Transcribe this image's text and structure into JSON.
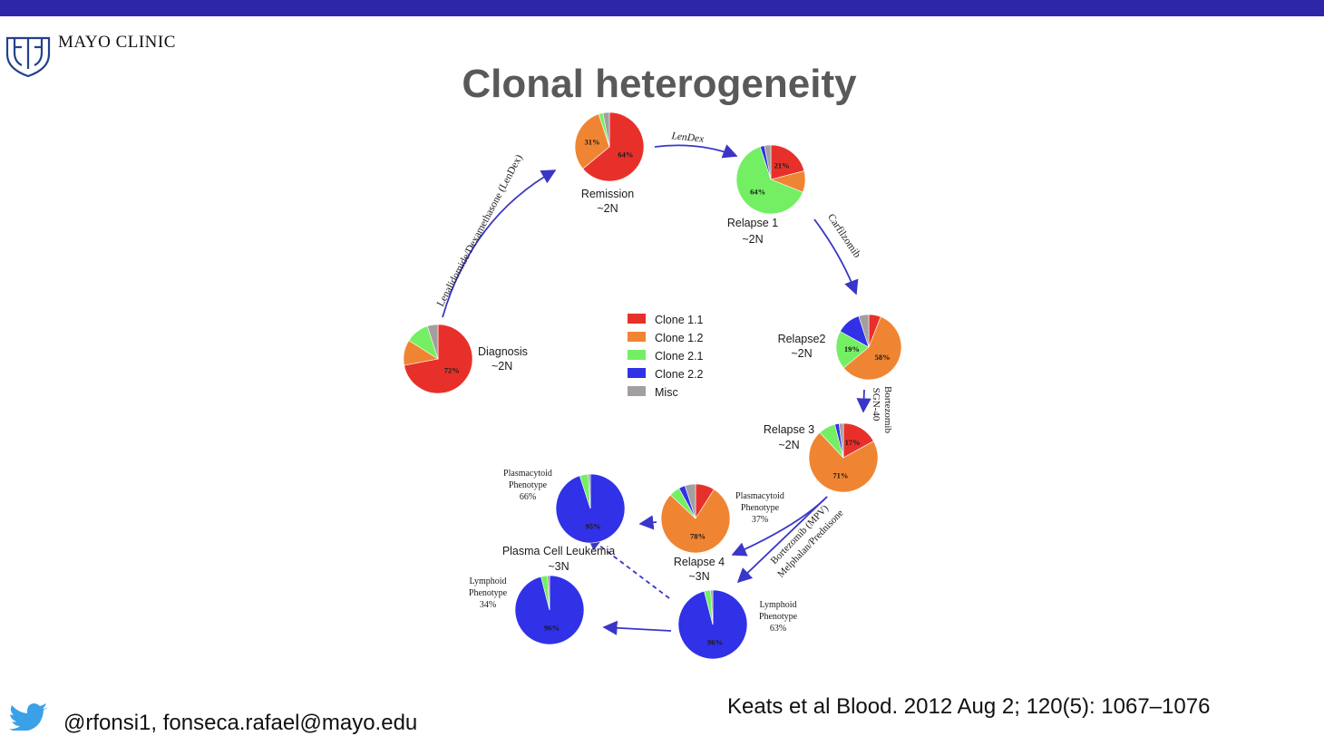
{
  "header": {
    "logo_text": "MAYO CLINIC",
    "title": "Clonal heterogeneity",
    "bar_color": "#2d26a8"
  },
  "footer": {
    "contact": "@rfonsi1, fonseca.rafael@mayo.edu",
    "citation": "Keats et al Blood. 2012 Aug 2; 120(5): 1067–1076",
    "icon": "twitter-bird-icon"
  },
  "chart_data": {
    "type": "pie",
    "clone_colors": {
      "Clone 1.1": "#e8302a",
      "Clone 1.2": "#ef8533",
      "Clone 2.1": "#74ef63",
      "Clone 2.2": "#3131e8",
      "Misc": "#a39ea0"
    },
    "legend": [
      "Clone 1.1",
      "Clone 1.2",
      "Clone 2.1",
      "Clone 2.2",
      "Misc"
    ],
    "legend_placement": "center",
    "pies": [
      {
        "id": "diagnosis",
        "label": [
          "Diagnosis",
          "~2N"
        ],
        "slices": [
          {
            "clone": "Clone 1.1",
            "value": 72,
            "label": "72%"
          },
          {
            "clone": "Clone 1.2",
            "value": 12
          },
          {
            "clone": "Clone 2.1",
            "value": 11
          },
          {
            "clone": "Misc",
            "value": 5
          }
        ]
      },
      {
        "id": "remission",
        "label": [
          "Remission",
          "~2N"
        ],
        "slices": [
          {
            "clone": "Clone 1.1",
            "value": 64,
            "label": "64%"
          },
          {
            "clone": "Clone 1.2",
            "value": 31,
            "label": "31%"
          },
          {
            "clone": "Clone 2.1",
            "value": 2
          },
          {
            "clone": "Misc",
            "value": 3
          }
        ]
      },
      {
        "id": "relapse1",
        "label": [
          "Relapse 1",
          "~2N"
        ],
        "slices": [
          {
            "clone": "Clone 1.1",
            "value": 21,
            "label": "21%"
          },
          {
            "clone": "Clone 1.2",
            "value": 10
          },
          {
            "clone": "Clone 2.1",
            "value": 64,
            "label": "64%"
          },
          {
            "clone": "Clone 2.2",
            "value": 2
          },
          {
            "clone": "Misc",
            "value": 3
          }
        ]
      },
      {
        "id": "relapse2",
        "label": [
          "Relapse2",
          "~2N"
        ],
        "slices": [
          {
            "clone": "Clone 1.1",
            "value": 6
          },
          {
            "clone": "Clone 1.2",
            "value": 58,
            "label": "58%"
          },
          {
            "clone": "Clone 2.1",
            "value": 19,
            "label": "19%"
          },
          {
            "clone": "Clone 2.2",
            "value": 12
          },
          {
            "clone": "Misc",
            "value": 5
          }
        ]
      },
      {
        "id": "relapse3",
        "label": [
          "Relapse 3",
          "~2N"
        ],
        "slices": [
          {
            "clone": "Clone 1.1",
            "value": 17,
            "label": "17%"
          },
          {
            "clone": "Clone 1.2",
            "value": 71,
            "label": "71%"
          },
          {
            "clone": "Clone 2.1",
            "value": 8
          },
          {
            "clone": "Clone 2.2",
            "value": 2
          },
          {
            "clone": "Misc",
            "value": 2
          }
        ]
      },
      {
        "id": "relapse4",
        "label": [
          "Relapse 4",
          "~3N"
        ],
        "side_label": [
          "Plasmacytoid",
          "Phenotype",
          "37%"
        ],
        "slices": [
          {
            "clone": "Clone 1.1",
            "value": 9
          },
          {
            "clone": "Clone 1.2",
            "value": 78,
            "label": "78%"
          },
          {
            "clone": "Clone 2.1",
            "value": 5
          },
          {
            "clone": "Clone 2.2",
            "value": 3
          },
          {
            "clone": "Misc",
            "value": 5
          }
        ]
      },
      {
        "id": "relapse4_lymphoid",
        "label": [],
        "side_label": [
          "Lymphoid",
          "Phenotype",
          "63%"
        ],
        "slices": [
          {
            "clone": "Clone 2.2",
            "value": 96,
            "label": "96%"
          },
          {
            "clone": "Clone 2.1",
            "value": 3
          },
          {
            "clone": "Misc",
            "value": 1
          }
        ]
      },
      {
        "id": "pcl_plasmacytoid",
        "label": [],
        "side_label": [
          "Plasmacytoid",
          "Phenotype",
          "66%"
        ],
        "slices": [
          {
            "clone": "Clone 2.2",
            "value": 95,
            "label": "95%"
          },
          {
            "clone": "Clone 2.1",
            "value": 4
          },
          {
            "clone": "Misc",
            "value": 1
          }
        ]
      },
      {
        "id": "pcl_lymphoid",
        "label": [],
        "side_label": [
          "Lymphoid",
          "Phenotype",
          "34%"
        ],
        "slices": [
          {
            "clone": "Clone 2.2",
            "value": 96,
            "label": "96%"
          },
          {
            "clone": "Clone 2.1",
            "value": 3
          },
          {
            "clone": "Misc",
            "value": 1
          }
        ]
      }
    ],
    "group_label": [
      "Plasma Cell Leukemia",
      "~3N"
    ],
    "treatments": [
      {
        "id": "lendex_long",
        "text": "Lenalidomide/Dexamethasone (LenDex)"
      },
      {
        "id": "lendex_short",
        "text": "LenDex"
      },
      {
        "id": "carfilzomib",
        "text": "Carfilzomib"
      },
      {
        "id": "bortezomib_sgn",
        "lines": [
          "Bortezomib",
          "SGN-40"
        ]
      },
      {
        "id": "mpv",
        "lines": [
          "Melphalan/Prednisone",
          "Bortezomib (MPV)"
        ]
      }
    ]
  }
}
